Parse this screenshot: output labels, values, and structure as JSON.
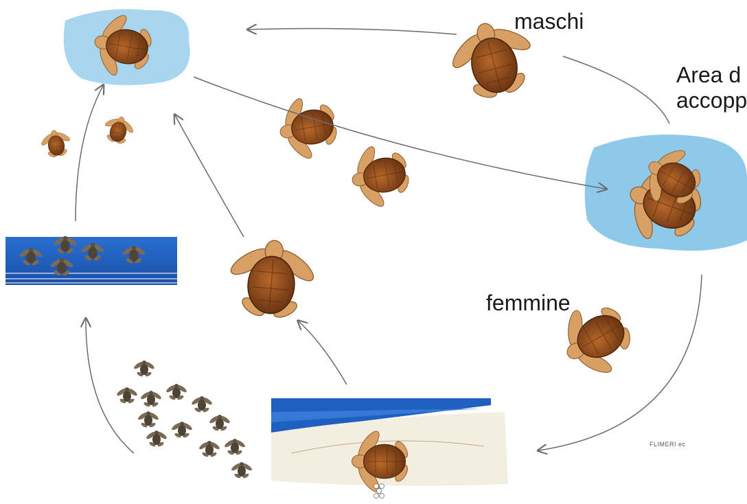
{
  "labels": {
    "males": "maschi",
    "mating_area_line1": "Area d",
    "mating_area_line2": "accopp",
    "females": "femmine"
  },
  "signature": "FLIMERI ec",
  "colors": {
    "water_light": "#7fc3e6",
    "water_deep": "#1e5fc0",
    "sand": "#f4eee0",
    "shell": "#8a4a1e",
    "flipper": "#d9a066",
    "arrow": "#6a6a6a"
  }
}
